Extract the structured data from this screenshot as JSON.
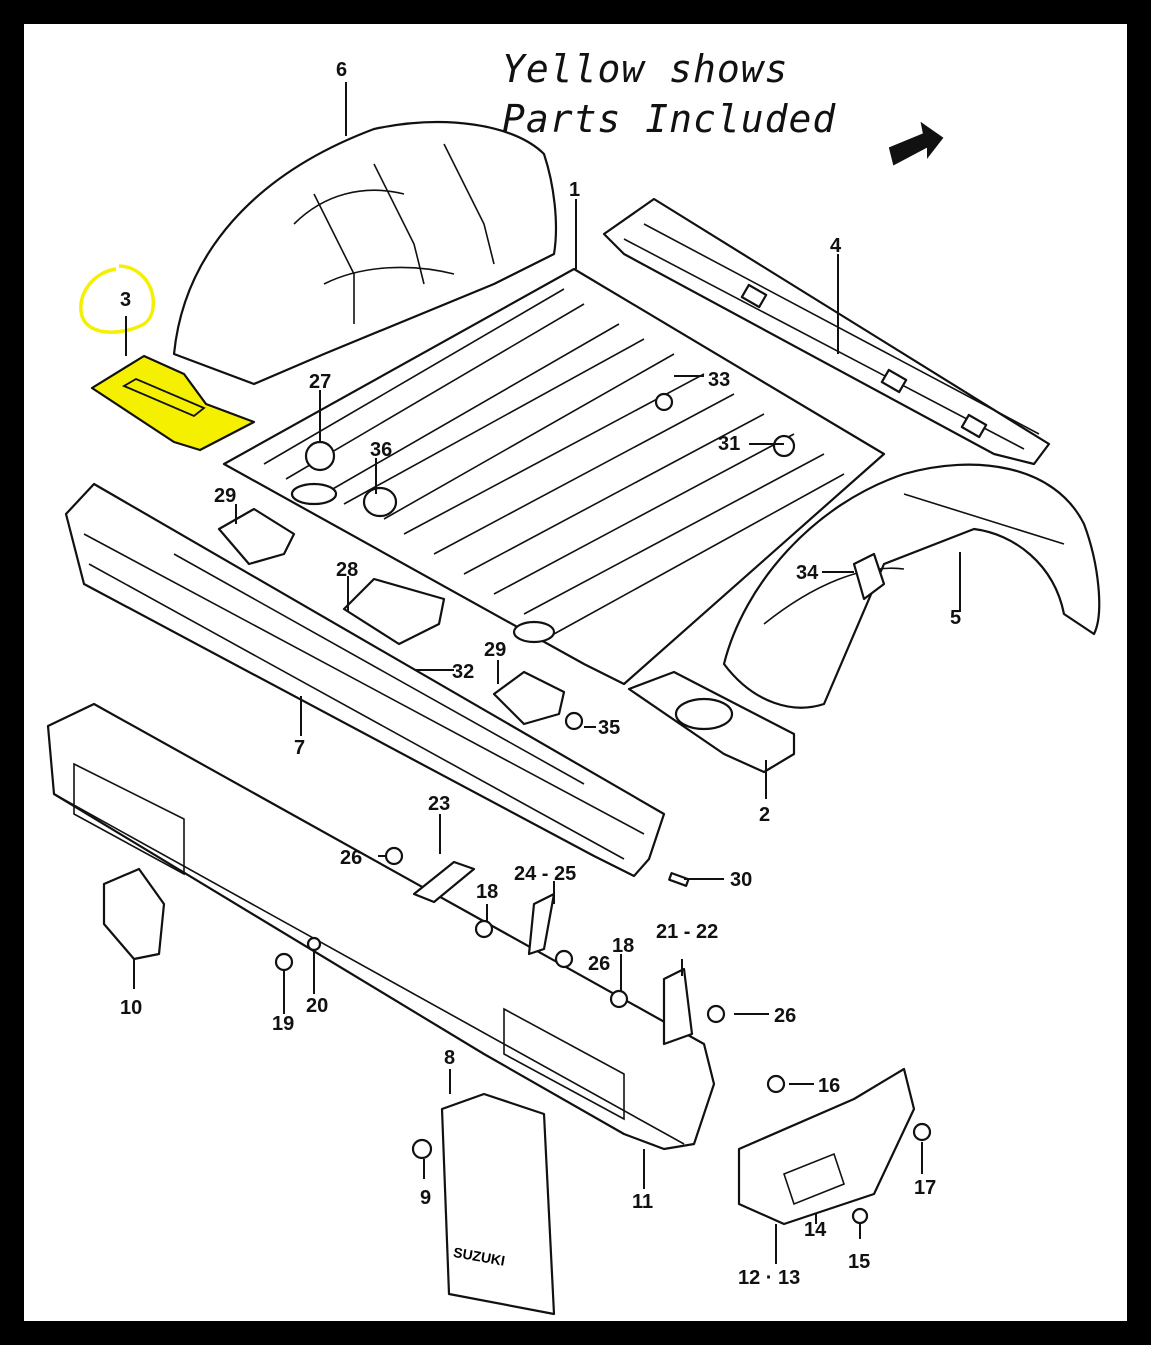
{
  "note": {
    "line1": "Yellow shows",
    "line2": "Parts Included"
  },
  "highlight": {
    "color": "#f5f000",
    "circle_color": "#f5f000",
    "part_label": "3"
  },
  "labels": {
    "l1": "1",
    "l2": "2",
    "l3": "3",
    "l4": "4",
    "l5": "5",
    "l6": "6",
    "l7": "7",
    "l8": "8",
    "l9": "9",
    "l10": "10",
    "l11": "11",
    "l12_13": "12 · 13",
    "l14": "14",
    "l15": "15",
    "l16": "16",
    "l17": "17",
    "l18a": "18",
    "l18b": "18",
    "l19": "19",
    "l20": "20",
    "l21_22": "21 - 22",
    "l23": "23",
    "l24_25": "24 - 25",
    "l26a": "26",
    "l26b": "26",
    "l26c": "26",
    "l27": "27",
    "l28": "28",
    "l29a": "29",
    "l29b": "29",
    "l30": "30",
    "l31": "31",
    "l32": "32",
    "l33": "33",
    "l34": "34",
    "l35": "35",
    "l36": "36"
  },
  "mudflap_text": "SUZUKI"
}
